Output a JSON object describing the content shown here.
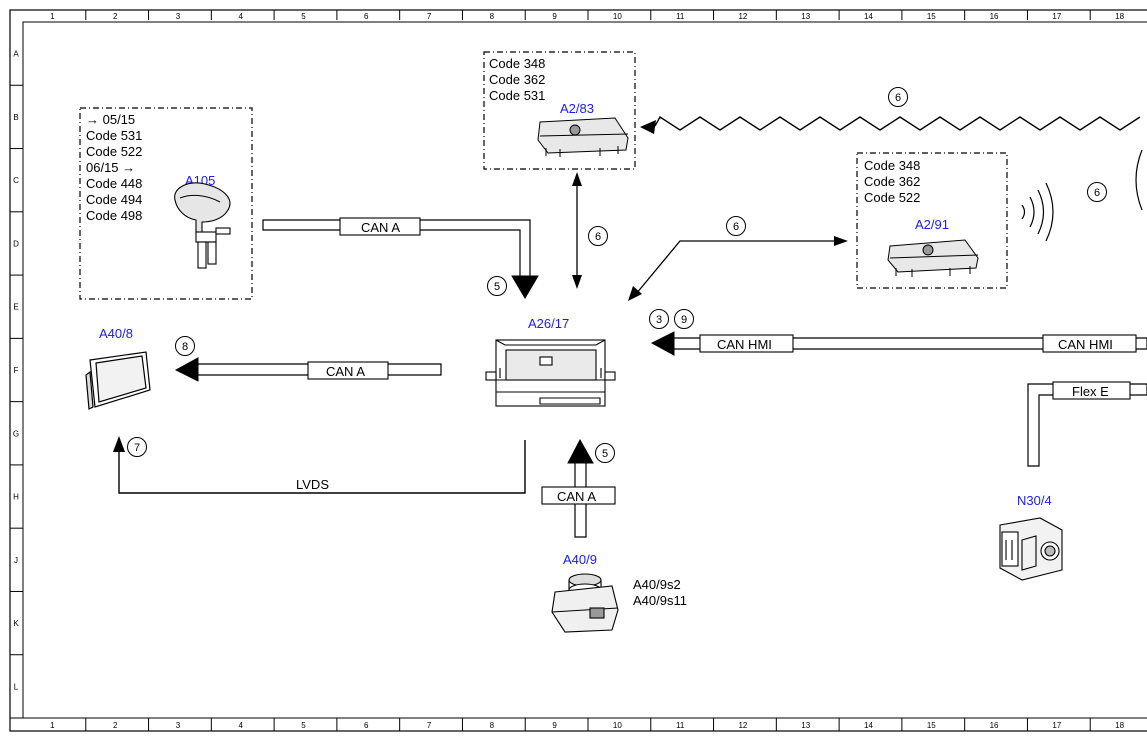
{
  "grid": {
    "columns": [
      "1",
      "2",
      "3",
      "4",
      "5",
      "6",
      "7",
      "8",
      "9",
      "10",
      "11",
      "12",
      "13",
      "14",
      "15",
      "16",
      "17",
      "18"
    ],
    "rows": [
      "A",
      "B",
      "C",
      "D",
      "E",
      "F",
      "G",
      "H",
      "J",
      "K",
      "L"
    ]
  },
  "components": {
    "a105": "A105",
    "a2_83": "A2/83",
    "a2_91": "A2/91",
    "a26_17": "A26/17",
    "a40_8": "A40/8",
    "a40_9": "A40/9",
    "n30_4": "N30/4",
    "a40_9_sub": [
      "A40/9s2",
      "A40/9s11"
    ]
  },
  "codes": {
    "a105": [
      "→ 05/15",
      "Code 531",
      "Code 522",
      "06/15 →",
      "Code 448",
      "Code 494",
      "Code 498"
    ],
    "a2_83": [
      "Code 348",
      "Code 362",
      "Code 531"
    ],
    "a2_91": [
      "Code 348",
      "Code 362",
      "Code 522"
    ]
  },
  "bus_labels": {
    "can_a_top": "CAN A",
    "can_a_left": "CAN A",
    "can_a_bottom": "CAN A",
    "can_hmi_1": "CAN HMI",
    "can_hmi_2": "CAN HMI",
    "flex_e": "Flex E",
    "lvds": "LVDS"
  },
  "callouts": {
    "c6_top": "6",
    "c6_vertical": "6",
    "c6_right": "6",
    "c6_diag": "6",
    "c5_top": "5",
    "c5_bottom": "5",
    "c3": "3",
    "c9": "9",
    "c8": "8",
    "c7": "7"
  }
}
